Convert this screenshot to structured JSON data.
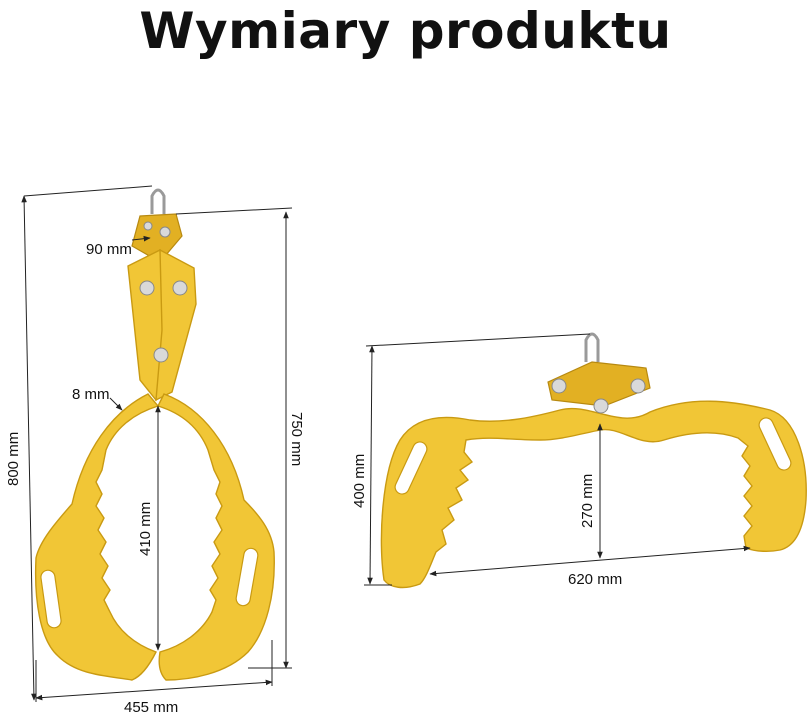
{
  "title": "Wymiary produktu",
  "colors": {
    "metal": "#f1c636",
    "metal_edge": "#c99a12",
    "text": "#111111"
  },
  "vertical_tong": {
    "name": "vertical-tong",
    "dims": {
      "height_total": "800 mm",
      "height_body": "750 mm",
      "top_width": "90 mm",
      "thickness": "8 mm",
      "inner_opening": "410 mm",
      "bottom_width": "455 mm"
    }
  },
  "horizontal_tong": {
    "name": "horizontal-tong",
    "dims": {
      "height_total": "400 mm",
      "inner_height": "270 mm",
      "inner_width": "620 mm"
    }
  }
}
